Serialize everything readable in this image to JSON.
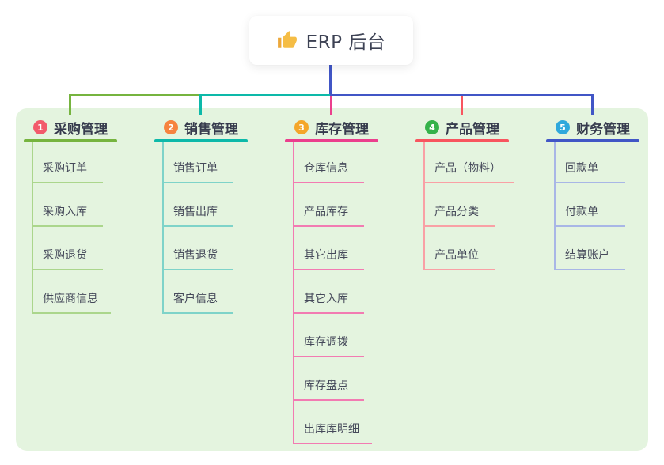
{
  "root": {
    "title": "ERP 后台",
    "icon": "thumbs-up-icon",
    "accent_color": "#4156c6"
  },
  "panel": {
    "background": "#e4f4df"
  },
  "branches": [
    {
      "index": "1",
      "title": "采购管理",
      "badge_color": "#f25a6b",
      "line_color": "#76b43f",
      "child_line_color": "#abd68c",
      "children": [
        "采购订单",
        "采购入库",
        "采购退货",
        "供应商信息"
      ]
    },
    {
      "index": "2",
      "title": "销售管理",
      "badge_color": "#f6833f",
      "line_color": "#0db9a9",
      "child_line_color": "#7ed3c9",
      "children": [
        "销售订单",
        "销售出库",
        "销售退货",
        "客户信息"
      ]
    },
    {
      "index": "3",
      "title": "库存管理",
      "badge_color": "#f4a62a",
      "line_color": "#eb3f8d",
      "child_line_color": "#f27bb2",
      "children": [
        "仓库信息",
        "产品库存",
        "其它出库",
        "其它入库",
        "库存调拨",
        "库存盘点",
        "出库库明细"
      ]
    },
    {
      "index": "4",
      "title": "产品管理",
      "badge_color": "#35b24a",
      "line_color": "#f8555f",
      "child_line_color": "#f9a0a5",
      "children": [
        "产品（物料）",
        "产品分类",
        "产品单位"
      ]
    },
    {
      "index": "5",
      "title": "财务管理",
      "badge_color": "#2fa8dc",
      "line_color": "#4156c6",
      "child_line_color": "#a8b6e6",
      "children": [
        "回款单",
        "付款单",
        "结算账户"
      ]
    }
  ]
}
